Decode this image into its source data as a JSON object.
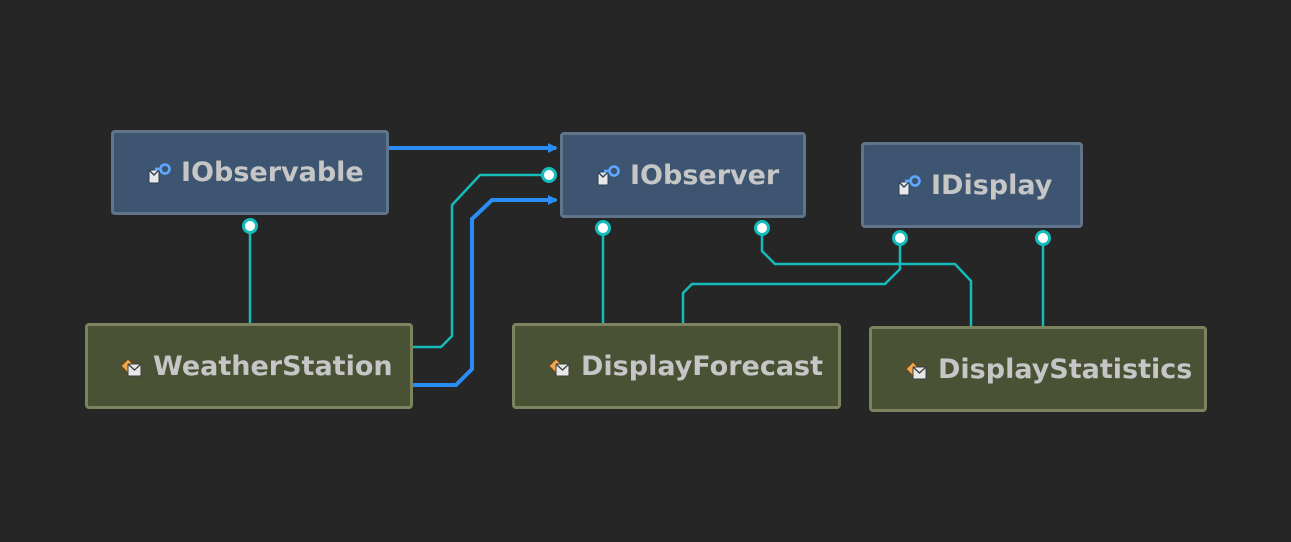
{
  "diagram": {
    "colors": {
      "background": "#262626",
      "interface_fill": "#3d5570",
      "interface_border": "#60758a",
      "class_fill": "#4a5236",
      "class_border": "#7b845f",
      "label_text": "#c6c6c6",
      "association_line": "#14bcbc",
      "dependency_arrow": "#2a8cf5"
    },
    "nodes": [
      {
        "id": "iobservable",
        "kind": "interface",
        "label": "IObservable",
        "icon": "interface-icon"
      },
      {
        "id": "iobserver",
        "kind": "interface",
        "label": "IObserver",
        "icon": "interface-icon"
      },
      {
        "id": "idisplay",
        "kind": "interface",
        "label": "IDisplay",
        "icon": "interface-icon"
      },
      {
        "id": "weatherstation",
        "kind": "class",
        "label": "WeatherStation",
        "icon": "class-icon"
      },
      {
        "id": "displayforecast",
        "kind": "class",
        "label": "DisplayForecast",
        "icon": "class-icon"
      },
      {
        "id": "displaystatistics",
        "kind": "class",
        "label": "DisplayStatistics",
        "icon": "class-icon"
      }
    ],
    "edges": [
      {
        "from": "weatherstation",
        "to": "iobservable",
        "type": "implements"
      },
      {
        "from": "weatherstation",
        "to": "iobserver",
        "type": "implements"
      },
      {
        "from": "weatherstation",
        "to": "iobserver",
        "type": "dependency"
      },
      {
        "from": "iobservable",
        "to": "iobserver",
        "type": "dependency"
      },
      {
        "from": "displayforecast",
        "to": "iobserver",
        "type": "implements"
      },
      {
        "from": "displayforecast",
        "to": "idisplay",
        "type": "implements"
      },
      {
        "from": "displaystatistics",
        "to": "iobserver",
        "type": "implements"
      },
      {
        "from": "displaystatistics",
        "to": "idisplay",
        "type": "implements"
      }
    ]
  }
}
